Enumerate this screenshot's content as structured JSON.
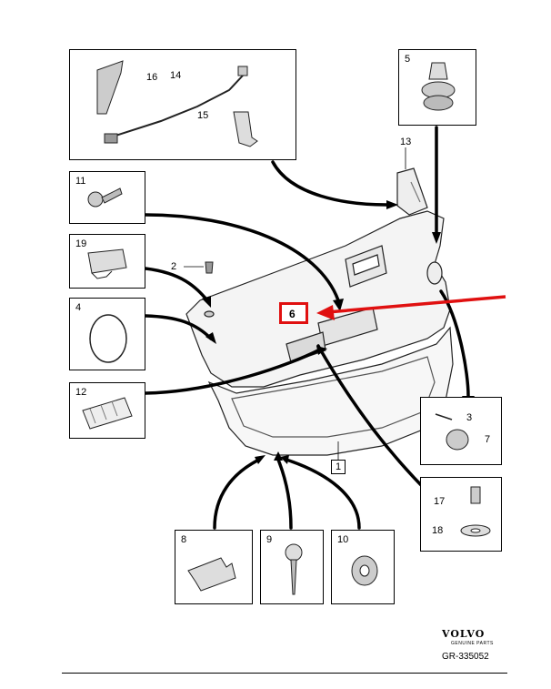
{
  "diagram": {
    "callouts": {
      "n1": "1",
      "n2": "2",
      "n3": "3",
      "n4": "4",
      "n5": "5",
      "n6": "6",
      "n7": "7",
      "n8": "8",
      "n9": "9",
      "n10": "10",
      "n11": "11",
      "n12": "12",
      "n13": "13",
      "n14": "14",
      "n15": "15",
      "n16": "16",
      "n17": "17",
      "n18": "18",
      "n19": "19"
    },
    "highlight_color": "#e01010"
  },
  "footer": {
    "brand": "VOLVO",
    "brand_sub": "GENUINE PARTS",
    "reference": "GR-335052"
  }
}
